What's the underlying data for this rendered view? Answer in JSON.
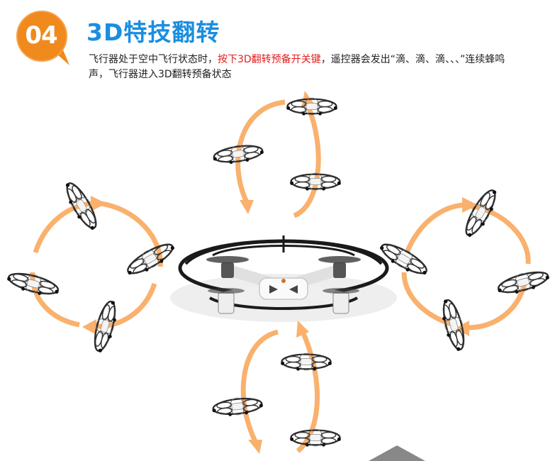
{
  "badge": {
    "number": "04",
    "color": "#f08a1c"
  },
  "title": {
    "text": "3D特技翻转",
    "color": "#1a8ee0"
  },
  "description": {
    "part1": "飞行器处于空中飞行状态时，",
    "highlight": "按下3D翻转预备开关键",
    "part2": "，遥控器会发出“滴、滴、滴、、、”连续蜂鸣声，飞行器进入3D翻转预备状态",
    "highlight_color": "#e02020"
  },
  "illustration": {
    "arrow_color": "#f9b16d",
    "central_drone": "quadcopter-with-protective-cage",
    "rotation_groups": [
      "top-flip",
      "bottom-flip",
      "left-roll",
      "right-roll"
    ]
  }
}
